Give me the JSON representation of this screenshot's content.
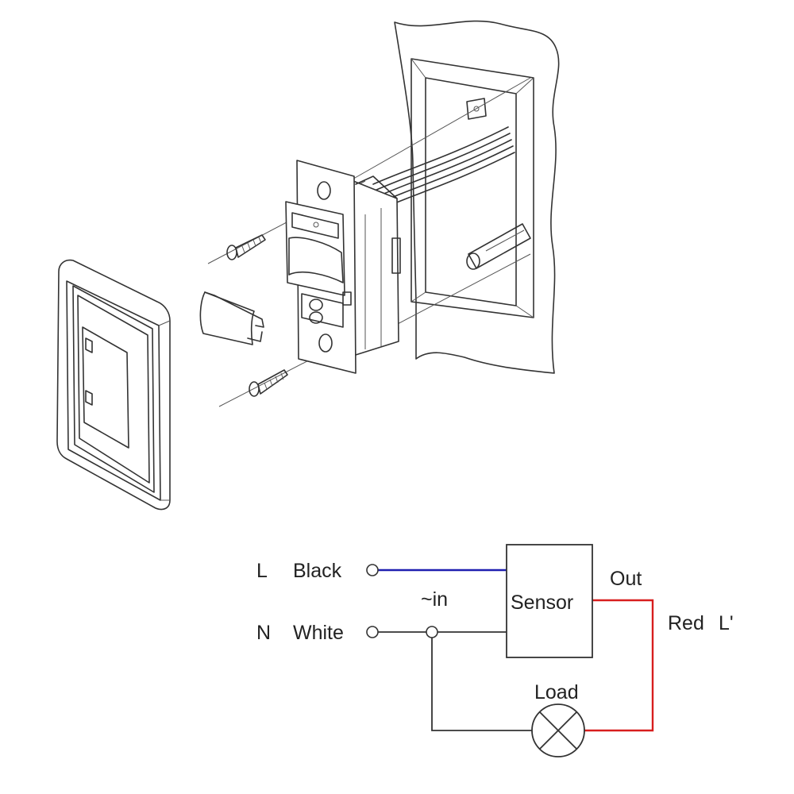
{
  "labels": {
    "line_letter": "L",
    "line_color": "Black",
    "neutral_letter": "N",
    "neutral_color": "White",
    "input": "~in",
    "sensor": "Sensor",
    "output": "Out",
    "output_color": "Red",
    "output_letter": "L'",
    "load": "Load"
  },
  "colors": {
    "line_wire": "#1f1fb0",
    "output_wire": "#d81e1e",
    "neutral_wire": "#333333"
  },
  "icons": {
    "load": "lamp-cross-icon",
    "terminal": "terminal-circle-icon"
  }
}
